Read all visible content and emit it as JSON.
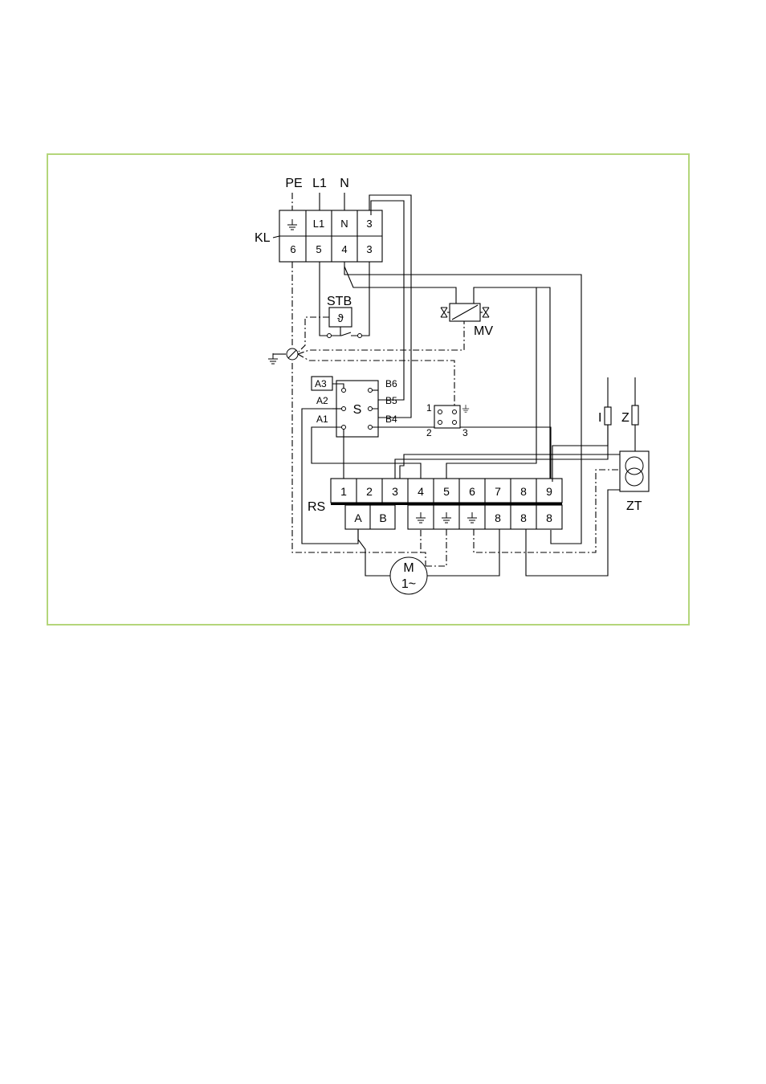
{
  "supply": {
    "pe": "PE",
    "l1": "L1",
    "n": "N"
  },
  "kl": {
    "label": "KL",
    "top": [
      "L1",
      "N",
      "3"
    ],
    "bottom": [
      "6",
      "5",
      "4",
      "3"
    ]
  },
  "stb": {
    "label": "STB",
    "symbol": "ϑ"
  },
  "mv": {
    "label": "MV"
  },
  "switch_s": {
    "label": "S",
    "left": [
      "A3",
      "A2",
      "A1"
    ],
    "right": [
      "B6",
      "B5",
      "B4"
    ]
  },
  "plug": {
    "pins": [
      "1",
      "2",
      "3"
    ]
  },
  "rs": {
    "label": "RS",
    "top": [
      "1",
      "2",
      "3",
      "4",
      "5",
      "6",
      "7",
      "8",
      "9"
    ],
    "bottom": [
      "A",
      "B",
      "8",
      "8",
      "8"
    ]
  },
  "motor": {
    "line1": "M",
    "line2": "1~"
  },
  "inputs": {
    "i": "I",
    "z": "Z"
  },
  "zt": {
    "label": "ZT"
  }
}
